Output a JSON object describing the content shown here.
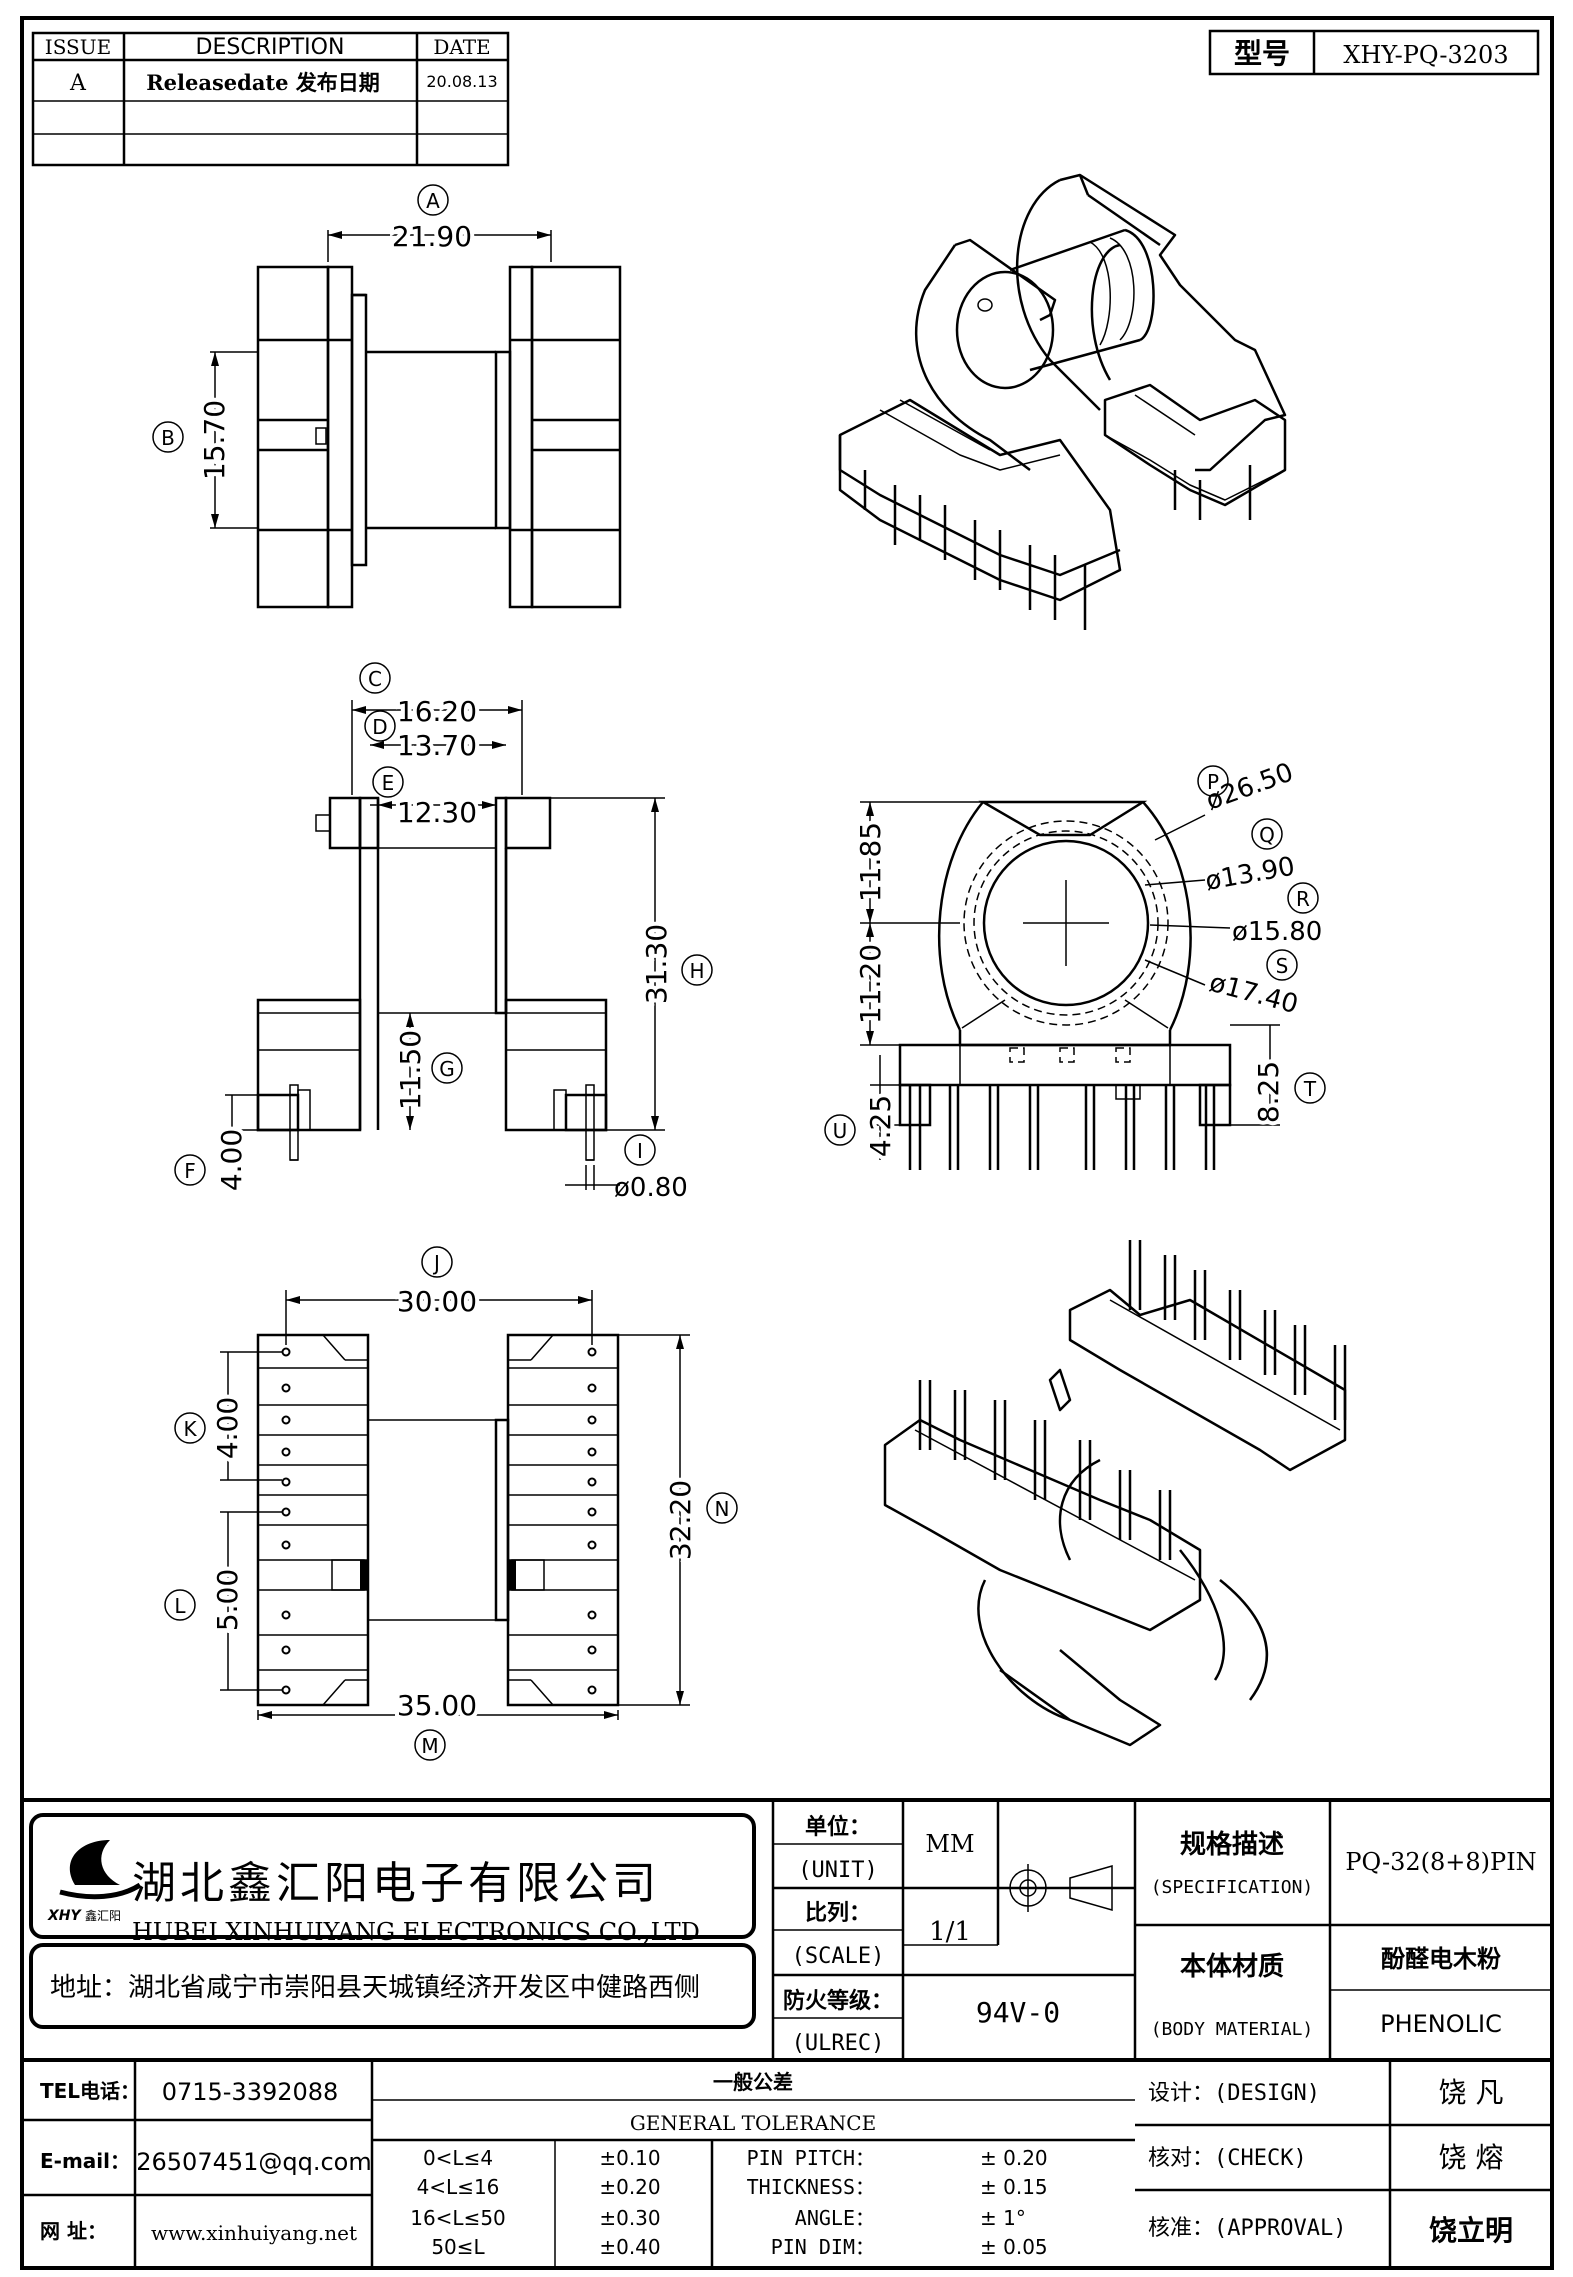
{
  "revision_table": {
    "headers": [
      "ISSUE",
      "DESCRIPTION",
      "DATE"
    ],
    "rows": [
      {
        "issue": "A",
        "description": "Releasedate 发布日期",
        "date": "20.08.13"
      },
      {
        "issue": "",
        "description": "",
        "date": ""
      },
      {
        "issue": "",
        "description": "",
        "date": ""
      }
    ]
  },
  "model": {
    "label": "型号",
    "value": "XHY-PQ-3203"
  },
  "top_view": {
    "dim_a": {
      "tag": "A",
      "value": "21.90"
    },
    "dim_b": {
      "tag": "B",
      "value": "15.70"
    }
  },
  "side_view": {
    "dim_c": {
      "tag": "C",
      "value": "16.20"
    },
    "dim_d": {
      "tag": "D",
      "value": "13.70"
    },
    "dim_e": {
      "tag": "E",
      "value": "12.30"
    },
    "dim_f": {
      "tag": "F",
      "value": "4.00"
    },
    "dim_g": {
      "tag": "G",
      "value": "11.50"
    },
    "dim_h": {
      "tag": "H",
      "value": "31.30"
    },
    "dim_i": {
      "tag": "I",
      "value": "ø0.80"
    }
  },
  "front_view": {
    "dim_p": {
      "tag": "P",
      "value": "ø26.50"
    },
    "dim_q": {
      "tag": "Q",
      "value": "ø13.90"
    },
    "dim_r": {
      "tag": "R",
      "value": "ø15.80"
    },
    "dim_s": {
      "tag": "S",
      "value": "ø17.40"
    },
    "dim_top": "11.85",
    "dim_bottom": "11.20",
    "dim_t": {
      "tag": "T",
      "value": "8.25"
    },
    "dim_u": {
      "tag": "U",
      "value": "4.25"
    }
  },
  "bottom_view": {
    "dim_j": {
      "tag": "J",
      "value": "30.00"
    },
    "dim_k": {
      "tag": "K",
      "value": "4.00"
    },
    "dim_l": {
      "tag": "L",
      "value": "5.00"
    },
    "dim_m": {
      "tag": "M",
      "value": "35.00"
    },
    "dim_n": {
      "tag": "N",
      "value": "32.20"
    }
  },
  "company": {
    "logo_text": "XHY",
    "logo_subtext": "鑫汇阳",
    "name_cn": "湖北鑫汇阳电子有限公司",
    "name_en": "HUBEI XINHUIYANG ELECTRONICS CO.,LTD",
    "address": "地址：湖北省咸宁市崇阳县天城镇经济开发区中健路西侧"
  },
  "title_block": {
    "unit_cn": "单位：",
    "unit_en": "(UNIT)",
    "unit_value": "MM",
    "scale_cn": "比列：",
    "scale_en": "(SCALE)",
    "scale_value": "1/1",
    "fire_cn": "防火等级：",
    "fire_en": "(ULREC)",
    "fire_value": "94V-0",
    "spec_cn": "规格描述",
    "spec_en": "(SPECIFICATION)",
    "spec_value": "PQ-32(8+8)PIN",
    "material_cn": "本体材质",
    "material_en": "(BODY MATERIAL)",
    "material_value_cn": "酚醛电木粉",
    "material_value_en": "PHENOLIC"
  },
  "contact": {
    "tel_label": "TEL电话：",
    "tel": "0715-3392088",
    "email_label": "E-mail：",
    "email": "26507451@qq.com",
    "web_label": "网    址：",
    "web": "www.xinhuiyang.net"
  },
  "tolerance": {
    "title_cn": "一般公差",
    "title_en": "GENERAL TOLERANCE",
    "ranges": [
      {
        "range": "0<L≤4",
        "tol": "±0.10"
      },
      {
        "range": "4<L≤16",
        "tol": "±0.20"
      },
      {
        "range": "16<L≤50",
        "tol": "±0.30"
      },
      {
        "range": "50≤L",
        "tol": "±0.40"
      }
    ],
    "others": [
      {
        "label": "PIN PITCH：",
        "tol": "±  0.20"
      },
      {
        "label": "THICKNESS：",
        "tol": "±  0.15"
      },
      {
        "label": "ANGLE：",
        "tol": "±  1°"
      },
      {
        "label": "PIN DIM：",
        "tol": "±  0.05"
      }
    ]
  },
  "signatures": {
    "design_label": "设计：(DESIGN)",
    "design_name": "饶    凡",
    "check_label": "核对：(CHECK)",
    "check_name": "饶    熔",
    "approval_label": "核准：(APPROVAL)",
    "approval_name": "饶立明"
  }
}
